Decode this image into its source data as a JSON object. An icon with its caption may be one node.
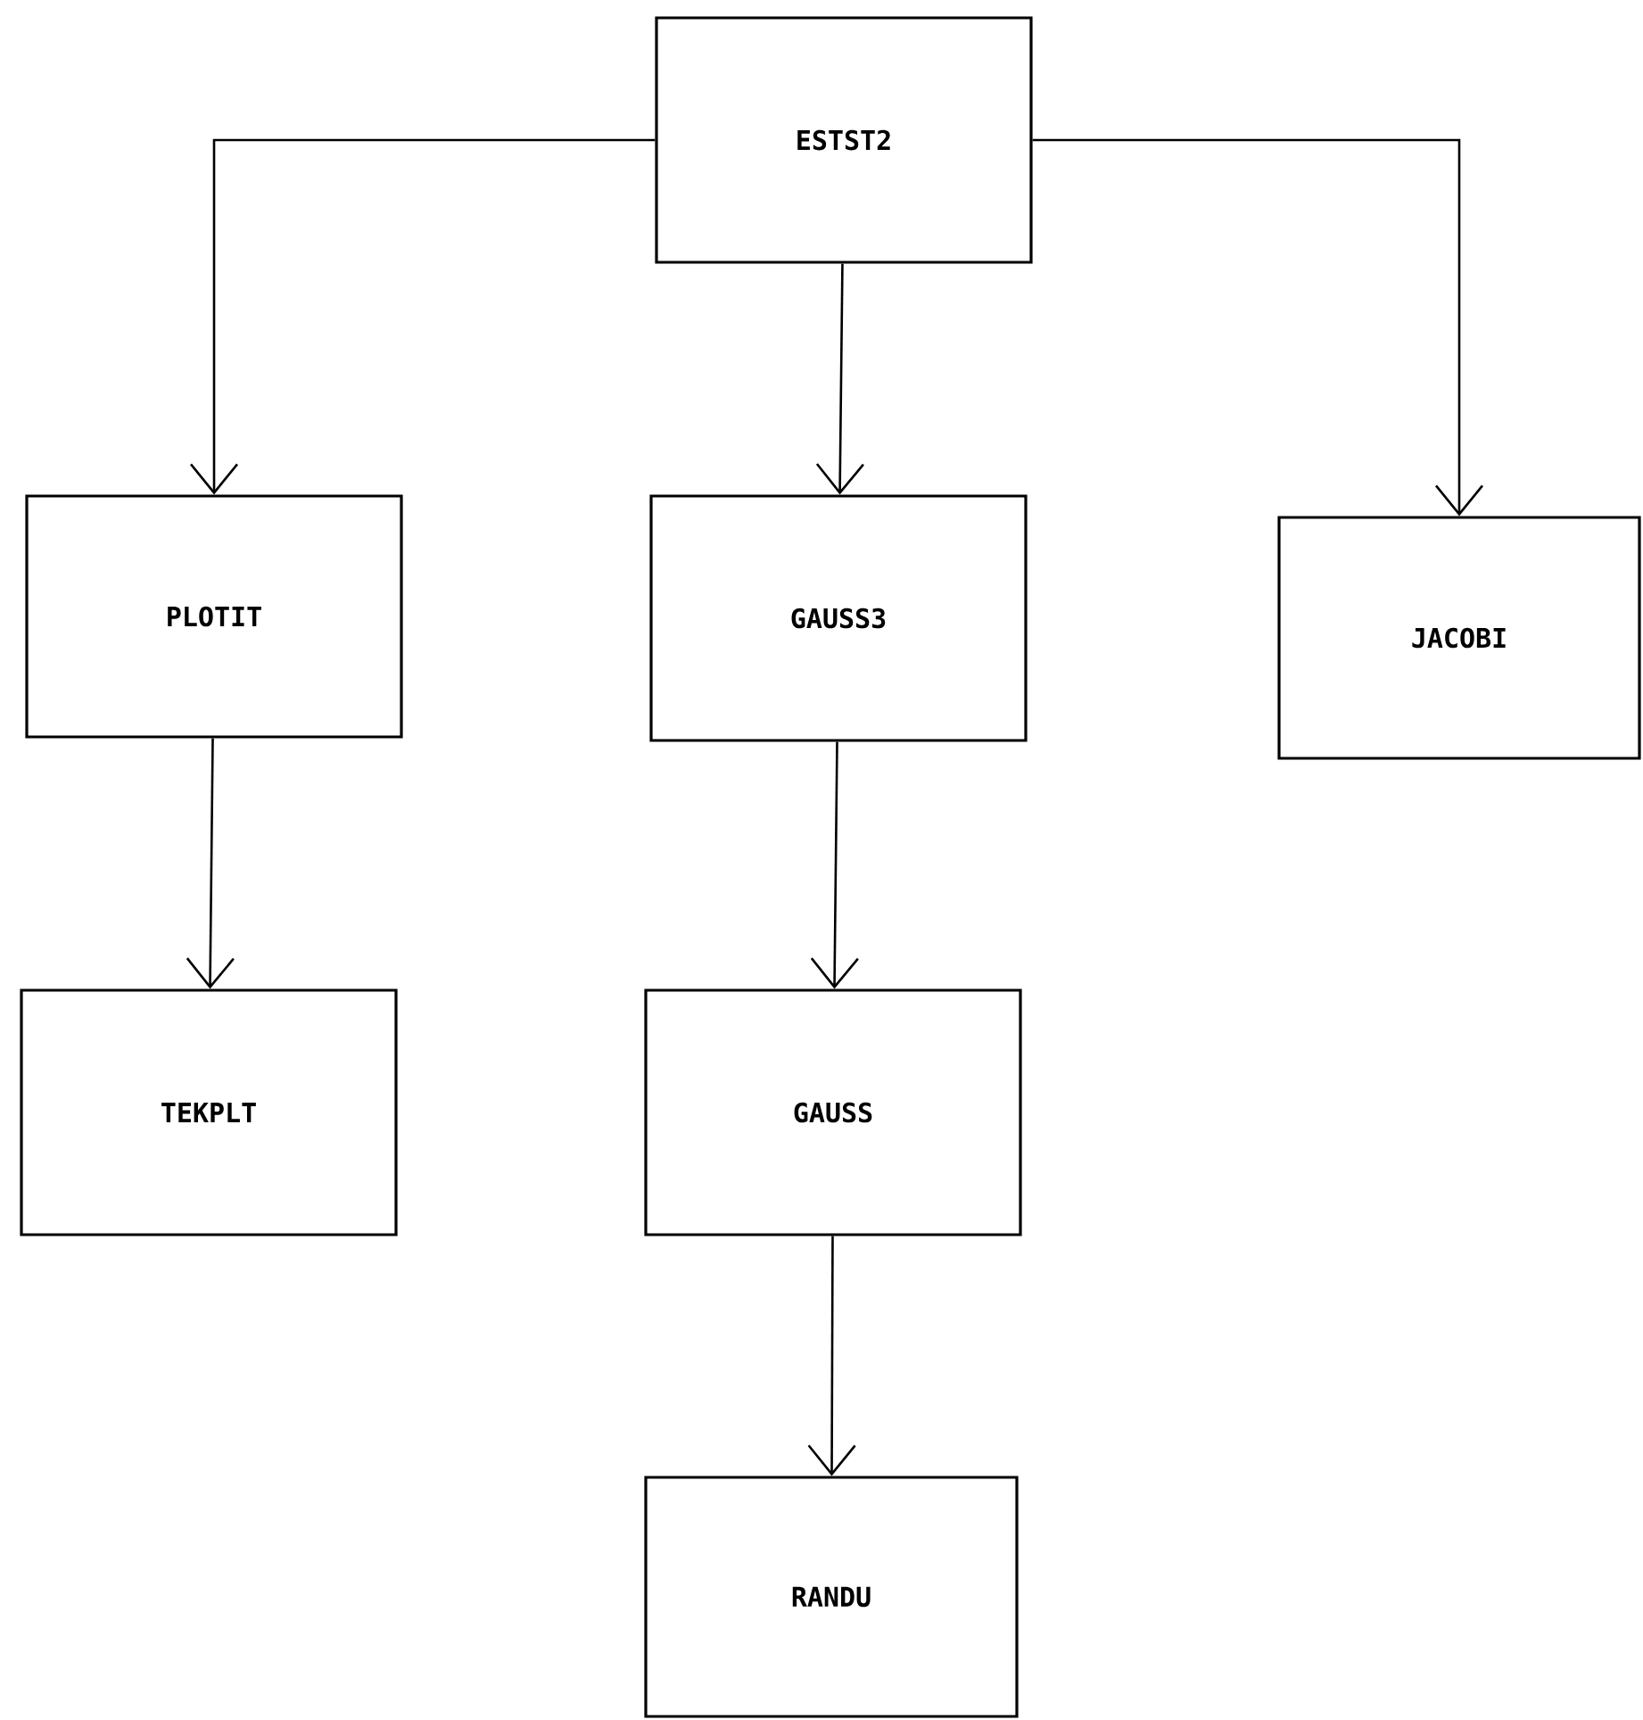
{
  "diagram": {
    "nodes": [
      {
        "text": [
          "ESTST2"
        ]
      },
      {
        "text": [
          "PLOTIT"
        ]
      },
      {
        "text": [
          "GAUSS3"
        ]
      },
      {
        "text": [
          "JACOBI"
        ]
      },
      {
        "text": [
          "TEKPLT"
        ]
      },
      {
        "text": [
          "GAUSS"
        ]
      },
      {
        "text": [
          "RANDU"
        ]
      }
    ],
    "edges": [
      {
        "from": 0,
        "to": 1,
        "arrow": "to"
      },
      {
        "from": 0,
        "to": 2,
        "arrow": "to"
      },
      {
        "from": 0,
        "to": 3,
        "arrow": "to"
      },
      {
        "from": 1,
        "to": 4,
        "arrow": "to"
      },
      {
        "from": 2,
        "to": 5,
        "arrow": "to"
      },
      {
        "from": 5,
        "to": 6,
        "arrow": "to"
      }
    ]
  }
}
